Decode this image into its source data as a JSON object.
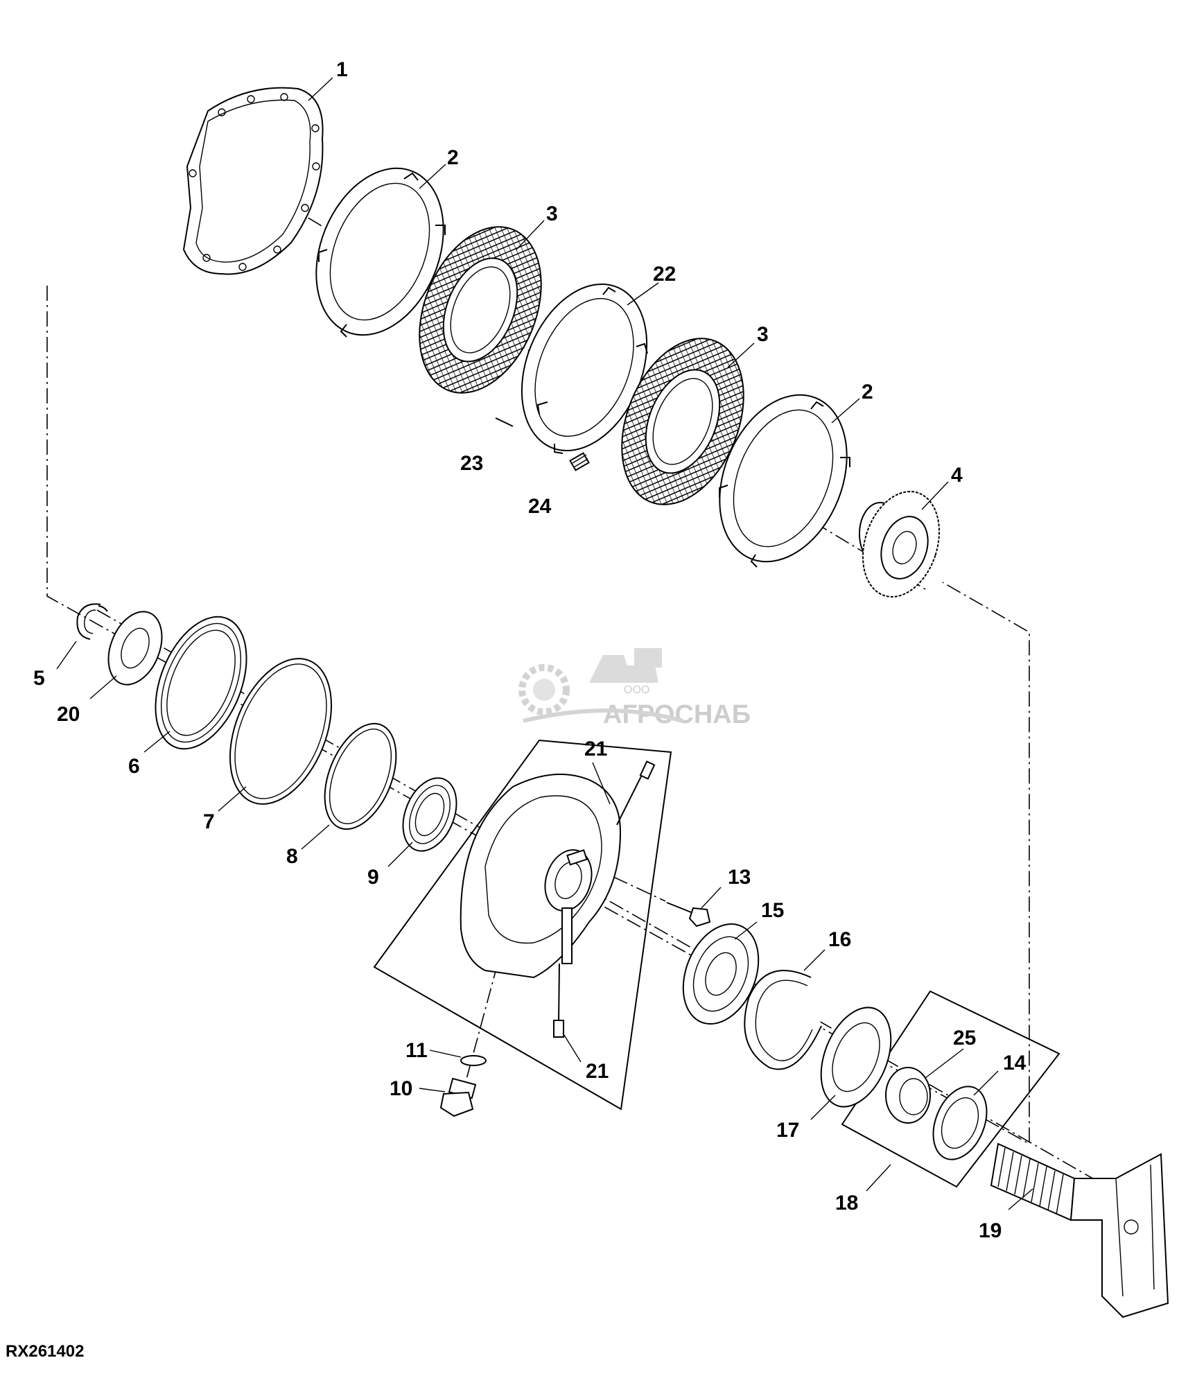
{
  "figure_id": "RX261402",
  "watermark": {
    "brand": "АГРОСНАБ",
    "prefix": "ООО"
  },
  "callouts": [
    {
      "id": "c1",
      "text": "1"
    },
    {
      "id": "c2a",
      "text": "2"
    },
    {
      "id": "c3a",
      "text": "3"
    },
    {
      "id": "c22",
      "text": "22"
    },
    {
      "id": "c3b",
      "text": "3"
    },
    {
      "id": "c2b",
      "text": "2"
    },
    {
      "id": "c4",
      "text": "4"
    },
    {
      "id": "c23",
      "text": "23"
    },
    {
      "id": "c24",
      "text": "24"
    },
    {
      "id": "c5",
      "text": "5"
    },
    {
      "id": "c20",
      "text": "20"
    },
    {
      "id": "c6",
      "text": "6"
    },
    {
      "id": "c7",
      "text": "7"
    },
    {
      "id": "c8",
      "text": "8"
    },
    {
      "id": "c9",
      "text": "9"
    },
    {
      "id": "c21a",
      "text": "21"
    },
    {
      "id": "c13",
      "text": "13"
    },
    {
      "id": "c15",
      "text": "15"
    },
    {
      "id": "c16",
      "text": "16"
    },
    {
      "id": "c11",
      "text": "11"
    },
    {
      "id": "c10",
      "text": "10"
    },
    {
      "id": "c21b",
      "text": "21"
    },
    {
      "id": "c25",
      "text": "25"
    },
    {
      "id": "c14",
      "text": "14"
    },
    {
      "id": "c17",
      "text": "17"
    },
    {
      "id": "c18",
      "text": "18"
    },
    {
      "id": "c19",
      "text": "19"
    }
  ]
}
